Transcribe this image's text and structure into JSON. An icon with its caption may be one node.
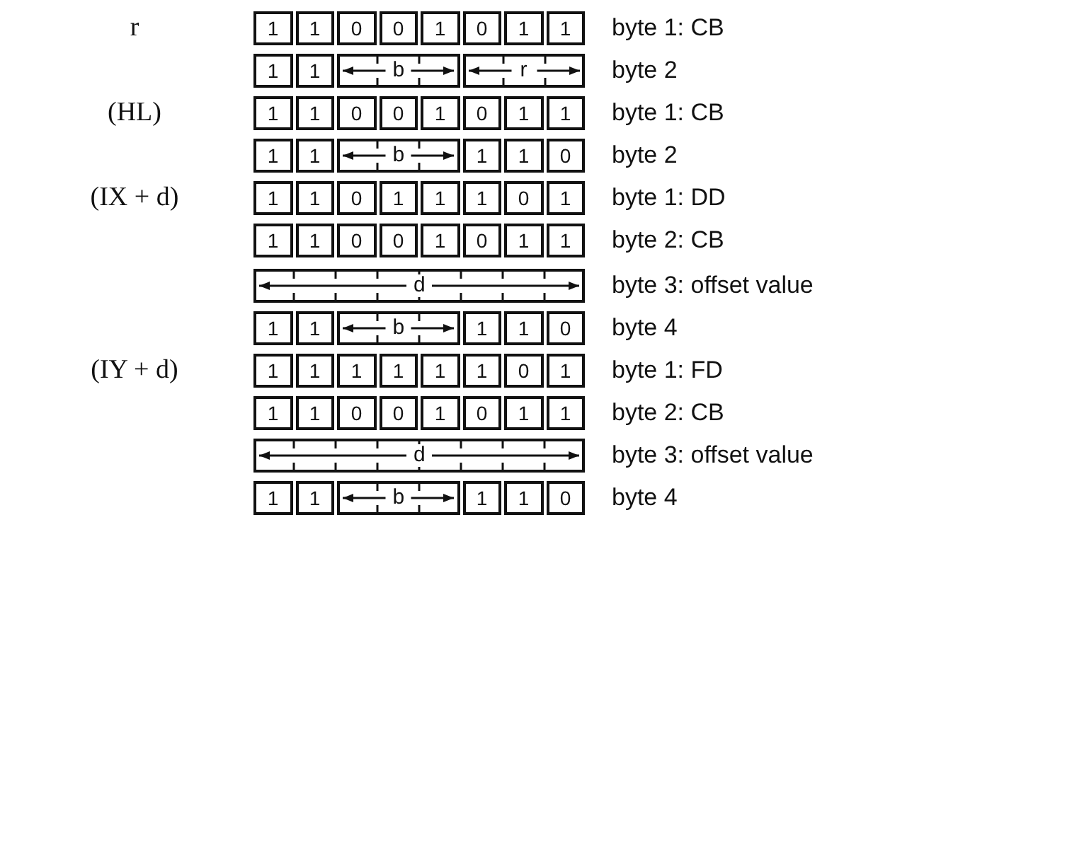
{
  "diagram": {
    "labels": [
      "r",
      "1",
      "1",
      "0",
      "0",
      "1",
      "0",
      "1",
      "1",
      "byte 1: CB",
      "1",
      "1",
      "b",
      "r",
      "byte 2",
      "(HL)",
      "1",
      "1",
      "0",
      "0",
      "1",
      "0",
      "1",
      "1",
      "byte 1: CB",
      "1",
      "1",
      "b",
      "1",
      "1",
      "0",
      "byte 2",
      "(IX + d)",
      "1",
      "1",
      "0",
      "1",
      "1",
      "1",
      "0",
      "1",
      "byte 1: DD",
      "1",
      "1",
      "0",
      "0",
      "1",
      "0",
      "1",
      "1",
      "byte 2: CB",
      "d",
      "byte 3: offset value",
      "1",
      "1",
      "b",
      "1",
      "1",
      "0",
      "byte 4",
      "(IY + d)",
      "1",
      "1",
      "1",
      "1",
      "1",
      "1",
      "0",
      "1",
      "byte 1: FD",
      "1",
      "1",
      "0",
      "0",
      "1",
      "0",
      "1",
      "1",
      "byte 2: CB",
      "d",
      "byte 3: offset value",
      "1",
      "1",
      "b",
      "1",
      "1",
      "0",
      "byte 4"
    ]
  }
}
